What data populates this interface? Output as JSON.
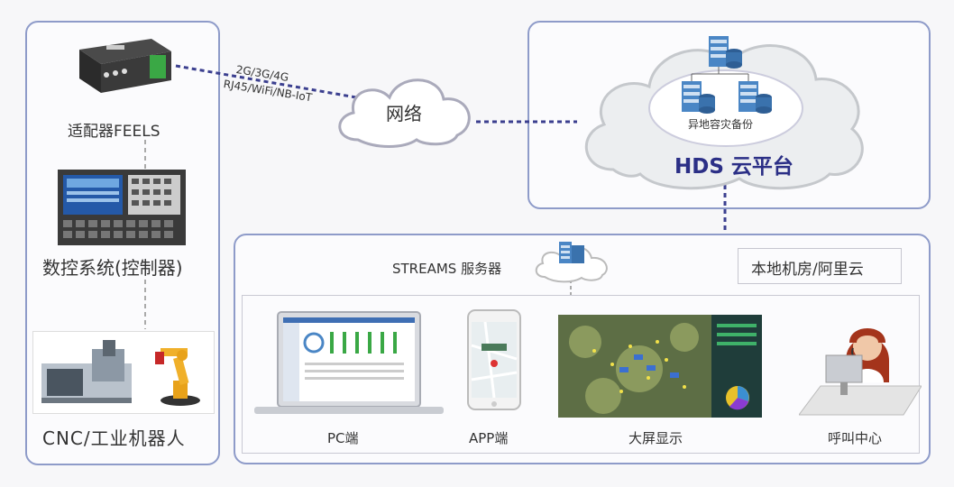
{
  "left": {
    "adapter_label": "适配器FEELS",
    "cnc_system_label": "数控系统(控制器)",
    "machines_label": "CNC/工业机器人"
  },
  "network": {
    "cloud_label": "网络",
    "link_label_line1": "2G/3G/4G",
    "link_label_line2": "RJ45/WiFi/NB-IoT"
  },
  "cloud_platform": {
    "title": "HDS 云平台",
    "backup_label": "异地容灾备份"
  },
  "bottom": {
    "server_label": "STREAMS 服务器",
    "location_label": "本地机房/阿里云",
    "clients": [
      {
        "label": "PC端"
      },
      {
        "label": "APP端"
      },
      {
        "label": "大屏显示"
      },
      {
        "label": "呼叫中心"
      }
    ]
  },
  "colors": {
    "panel_border": "#8e9bc9",
    "link_dots": "#3b3f8f",
    "title_blue": "#2b2f86",
    "server_blue": "#4a86c5"
  }
}
